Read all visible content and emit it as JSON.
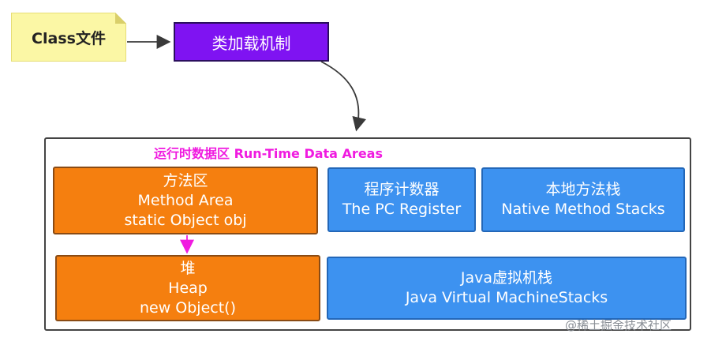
{
  "class_file": {
    "label": "Class文件"
  },
  "loader": {
    "label": "类加载机制"
  },
  "runtime": {
    "title": "运行时数据区 Run-Time Data Areas",
    "method_area": {
      "line1": "方法区",
      "line2": "Method Area",
      "line3": "static Object obj"
    },
    "pc_register": {
      "line1": "程序计数器",
      "line2": "The PC Register"
    },
    "native_stacks": {
      "line1": "本地方法栈",
      "line2": "Native Method Stacks"
    },
    "heap": {
      "line1": "堆",
      "line2": "Heap",
      "line3": "new Object()"
    },
    "jvm_stacks": {
      "line1": "Java虚拟机栈",
      "line2": "Java Virtual MachineStacks"
    }
  },
  "watermark": "@稀土掘金技术社区",
  "colors": {
    "note": "#fbf7a5",
    "loader": "#7f13f2",
    "orange": "#f57f0f",
    "blue": "#3d92f0",
    "title_magenta": "#f01be0"
  }
}
